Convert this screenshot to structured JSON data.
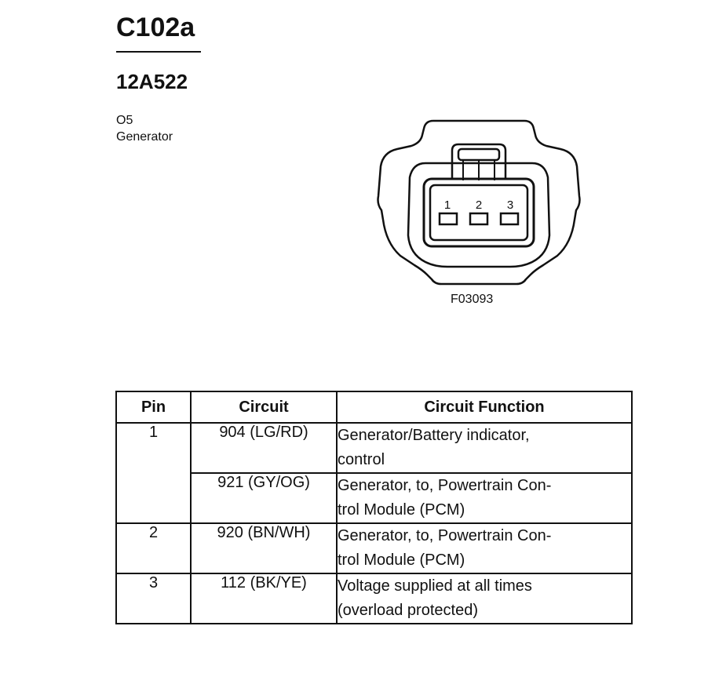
{
  "header": {
    "connector_id": "C102a",
    "part_number": "12A522",
    "location_code": "O5",
    "component": "Generator"
  },
  "diagram": {
    "pins": [
      "1",
      "2",
      "3"
    ],
    "figure_id": "F03093"
  },
  "table": {
    "headers": {
      "pin": "Pin",
      "circuit": "Circuit",
      "function": "Circuit Function"
    },
    "rows": [
      {
        "pin": "1",
        "circuit": "904 (LG/RD)",
        "function_line1": "Generator/Battery indicator,",
        "function_line2": "control"
      },
      {
        "pin": "",
        "circuit": "921 (GY/OG)",
        "function_line1": "Generator, to, Powertrain Con-",
        "function_line2": "trol Module (PCM)"
      },
      {
        "pin": "2",
        "circuit": "920 (BN/WH)",
        "function_line1": "Generator, to, Powertrain Con-",
        "function_line2": "trol Module (PCM)"
      },
      {
        "pin": "3",
        "circuit": "112 (BK/YE)",
        "function_line1": "Voltage supplied at all times",
        "function_line2": "(overload protected)"
      }
    ]
  }
}
